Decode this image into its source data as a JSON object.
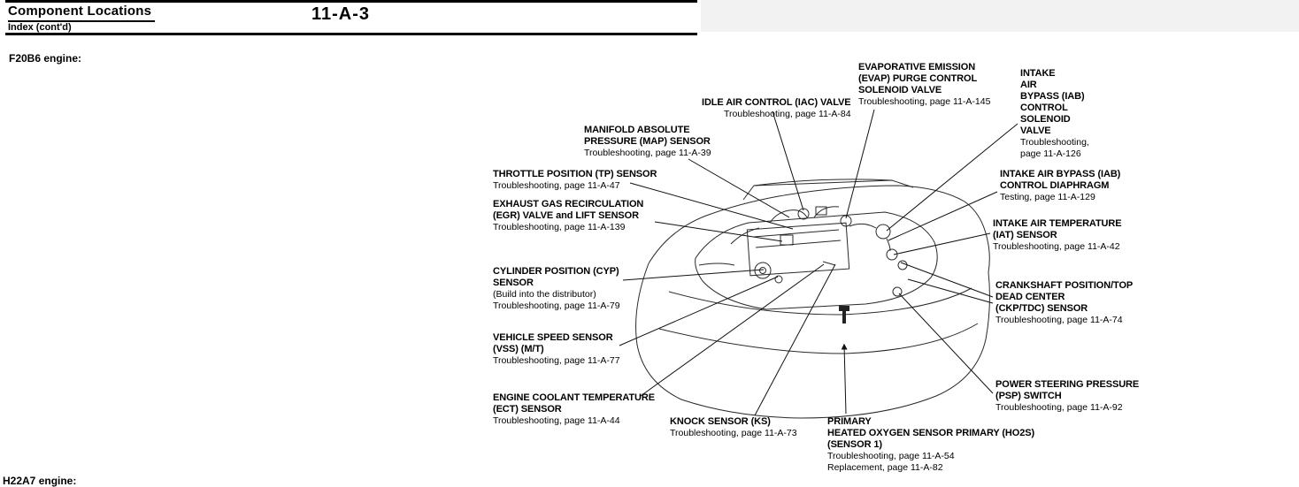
{
  "header": {
    "title": "Component Locations",
    "subtitle": "Index (cont'd)",
    "page_number": "11-A-3"
  },
  "sections": {
    "engine_top": "F20B6 engine:",
    "engine_bottom": "H22A7 engine:"
  },
  "callouts": [
    {
      "name": "evap-purge-control-solenoid-valve",
      "title": "EVAPORATIVE EMISSION\n(EVAP) PURGE CONTROL\nSOLENOID VALVE",
      "detail": "Troubleshooting, page 11-A-145"
    },
    {
      "name": "intake-air-bypass-control-solenoid-valve",
      "title": "INTAKE\nAIR\nBYPASS (IAB)\nCONTROL\nSOLENOID\nVALVE",
      "detail": "Troubleshooting,\npage 11-A-126"
    },
    {
      "name": "idle-air-control-valve",
      "title": "IDLE AIR CONTROL (IAC) VALVE",
      "detail": "Troubleshooting, page 11-A-84"
    },
    {
      "name": "manifold-absolute-pressure-sensor",
      "title": "MANIFOLD ABSOLUTE\nPRESSURE (MAP) SENSOR",
      "detail": "Troubleshooting, page 11-A-39"
    },
    {
      "name": "throttle-position-sensor",
      "title": "THROTTLE POSITION (TP) SENSOR",
      "detail": "Troubleshooting, page 11-A-47"
    },
    {
      "name": "exhaust-gas-recirculation-valve",
      "title": "EXHAUST GAS RECIRCULATION\n(EGR) VALVE and LIFT SENSOR",
      "detail": "Troubleshooting, page 11-A-139"
    },
    {
      "name": "intake-air-bypass-control-diaphragm",
      "title": "INTAKE AIR BYPASS (IAB)\nCONTROL DIAPHRAGM",
      "detail": "Testing, page 11-A-129"
    },
    {
      "name": "intake-air-temperature-sensor",
      "title": "INTAKE AIR TEMPERATURE\n(IAT) SENSOR",
      "detail": "Troubleshooting, page 11-A-42"
    },
    {
      "name": "cylinder-position-sensor",
      "title": "CYLINDER POSITION (CYP)\nSENSOR",
      "note": "(Build into the distributor)",
      "detail": "Troubleshooting, page 11-A-79"
    },
    {
      "name": "crankshaft-position-tdc-sensor",
      "title": "CRANKSHAFT POSITION/TOP\nDEAD CENTER\n(CKP/TDC) SENSOR",
      "detail": "Troubleshooting, page 11-A-74"
    },
    {
      "name": "vehicle-speed-sensor",
      "title": "VEHICLE SPEED SENSOR\n(VSS) (M/T)",
      "detail": "Troubleshooting, page 11-A-77"
    },
    {
      "name": "engine-coolant-temperature-sensor",
      "title": "ENGINE COOLANT TEMPERATURE\n(ECT) SENSOR",
      "detail": "Troubleshooting, page 11-A-44"
    },
    {
      "name": "knock-sensor",
      "title": "KNOCK SENSOR (KS)",
      "detail": "Troubleshooting, page 11-A-73"
    },
    {
      "name": "primary-heated-oxygen-sensor",
      "title": "PRIMARY\nHEATED OXYGEN SENSOR PRIMARY (HO2S)\n(SENSOR 1)",
      "detail": "Troubleshooting, page 11-A-54\nReplacement, page 11-A-82"
    },
    {
      "name": "power-steering-pressure-switch",
      "title": "POWER STEERING PRESSURE\n(PSP) SWITCH",
      "detail": "Troubleshooting, page 11-A-92"
    }
  ]
}
